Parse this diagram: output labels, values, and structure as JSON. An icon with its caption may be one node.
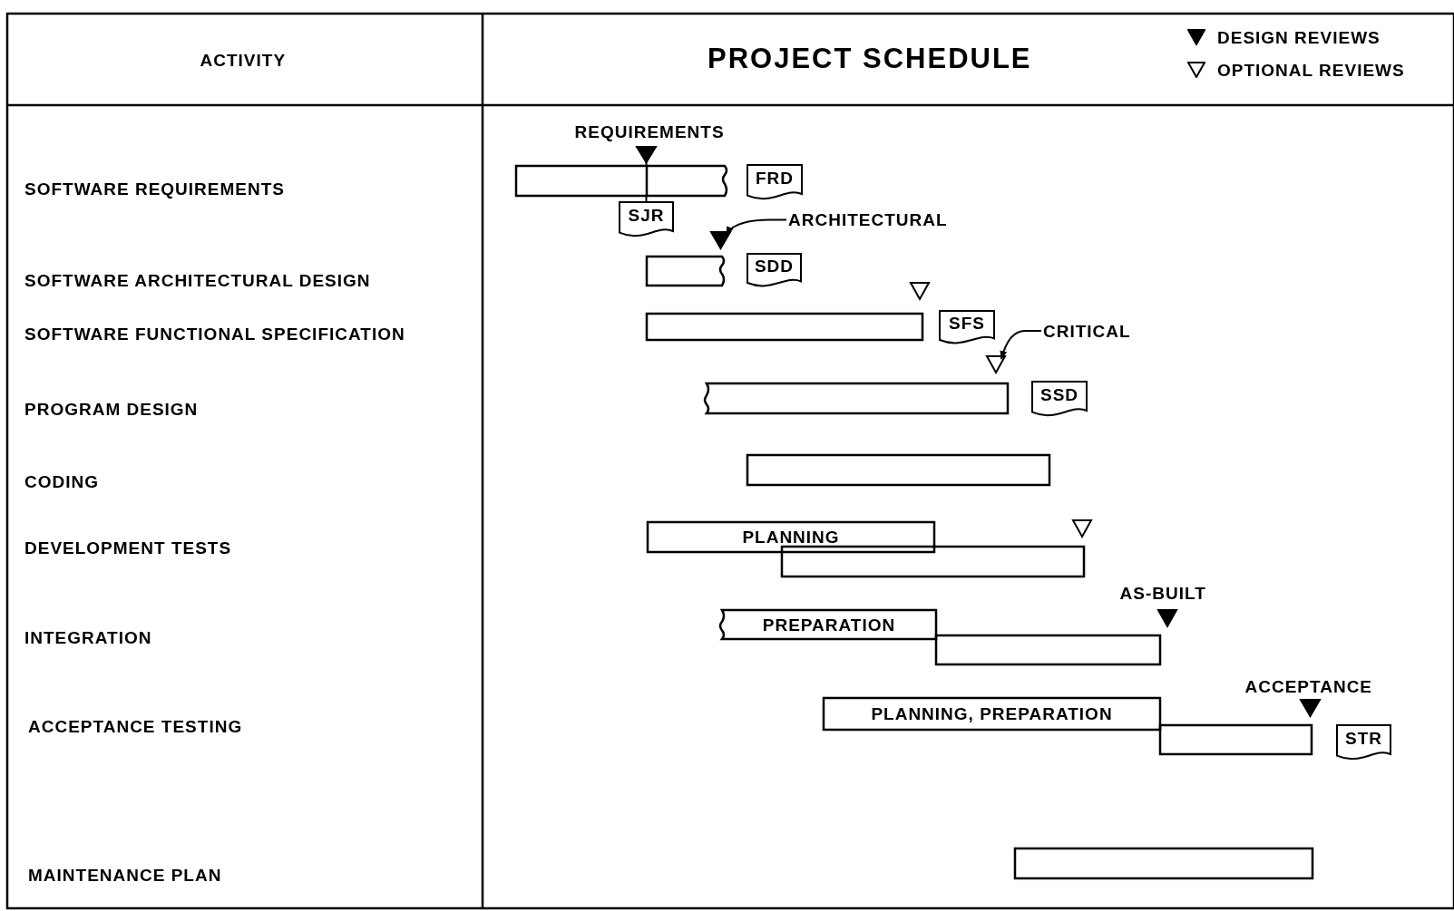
{
  "diagram": {
    "title": "PROJECT SCHEDULE",
    "nodes": [
      {
        "text": [],
        "shape": "bar"
      },
      {
        "text": [
          "FRD"
        ]
      },
      {
        "text": [
          "SJR"
        ]
      },
      {
        "text": [
          "ARCHITECTURAL"
        ]
      },
      {
        "text": [],
        "shape": "triangle"
      },
      {
        "text": [],
        "shape": "bar"
      },
      {
        "text": [
          "SDD"
        ]
      },
      {
        "text": [],
        "shape": "bar"
      },
      {
        "text": [
          "SFS"
        ]
      },
      {
        "text": [
          "CRITICAL"
        ]
      },
      {
        "text": [],
        "shape": "triangle"
      },
      {
        "text": [],
        "shape": "bar"
      },
      {
        "text": [
          "SSD"
        ]
      },
      {
        "text": [],
        "shape": "bar"
      },
      {
        "text": [
          "PLANNING"
        ]
      },
      {
        "text": [],
        "shape": "bar"
      },
      {
        "text": [
          "PREPARATION"
        ]
      },
      {
        "text": [],
        "shape": "bar"
      },
      {
        "text": [
          "PLANNING, PREPARATION"
        ]
      },
      {
        "text": [],
        "shape": "bar"
      },
      {
        "text": [
          "STR"
        ]
      },
      {
        "text": [],
        "shape": "bar"
      },
      {
        "text": [],
        "shape": "triangle"
      },
      {
        "text": [],
        "shape": "triangle"
      },
      {
        "text": [],
        "shape": "triangle"
      },
      {
        "text": [],
        "shape": "triangle"
      },
      {
        "text": [],
        "shape": "triangle"
      }
    ],
    "edges": [
      {
        "from": 3,
        "to": 4,
        "arrow": "to"
      },
      {
        "from": 9,
        "to": 10,
        "arrow": "to"
      },
      {
        "from": 22,
        "to": 0,
        "arrow": "none"
      },
      {
        "from": 0,
        "to": 2,
        "arrow": "none"
      }
    ],
    "labels": [
      "ACTIVITY",
      "REQUIREMENTS",
      "SOFTWARE REQUIREMENTS",
      "SOFTWARE ARCHITECTURAL DESIGN",
      "SOFTWARE FUNCTIONAL SPECIFICATION",
      "PROGRAM DESIGN",
      "CODING",
      "DEVELOPMENT TESTS",
      "AS-BUILT",
      "INTEGRATION",
      "ACCEPTANCE",
      "ACCEPTANCE TESTING",
      "MAINTENANCE PLAN"
    ],
    "legend": [
      {
        "text": "DESIGN REVIEWS"
      },
      {
        "text": "OPTIONAL REVIEWS"
      }
    ]
  }
}
